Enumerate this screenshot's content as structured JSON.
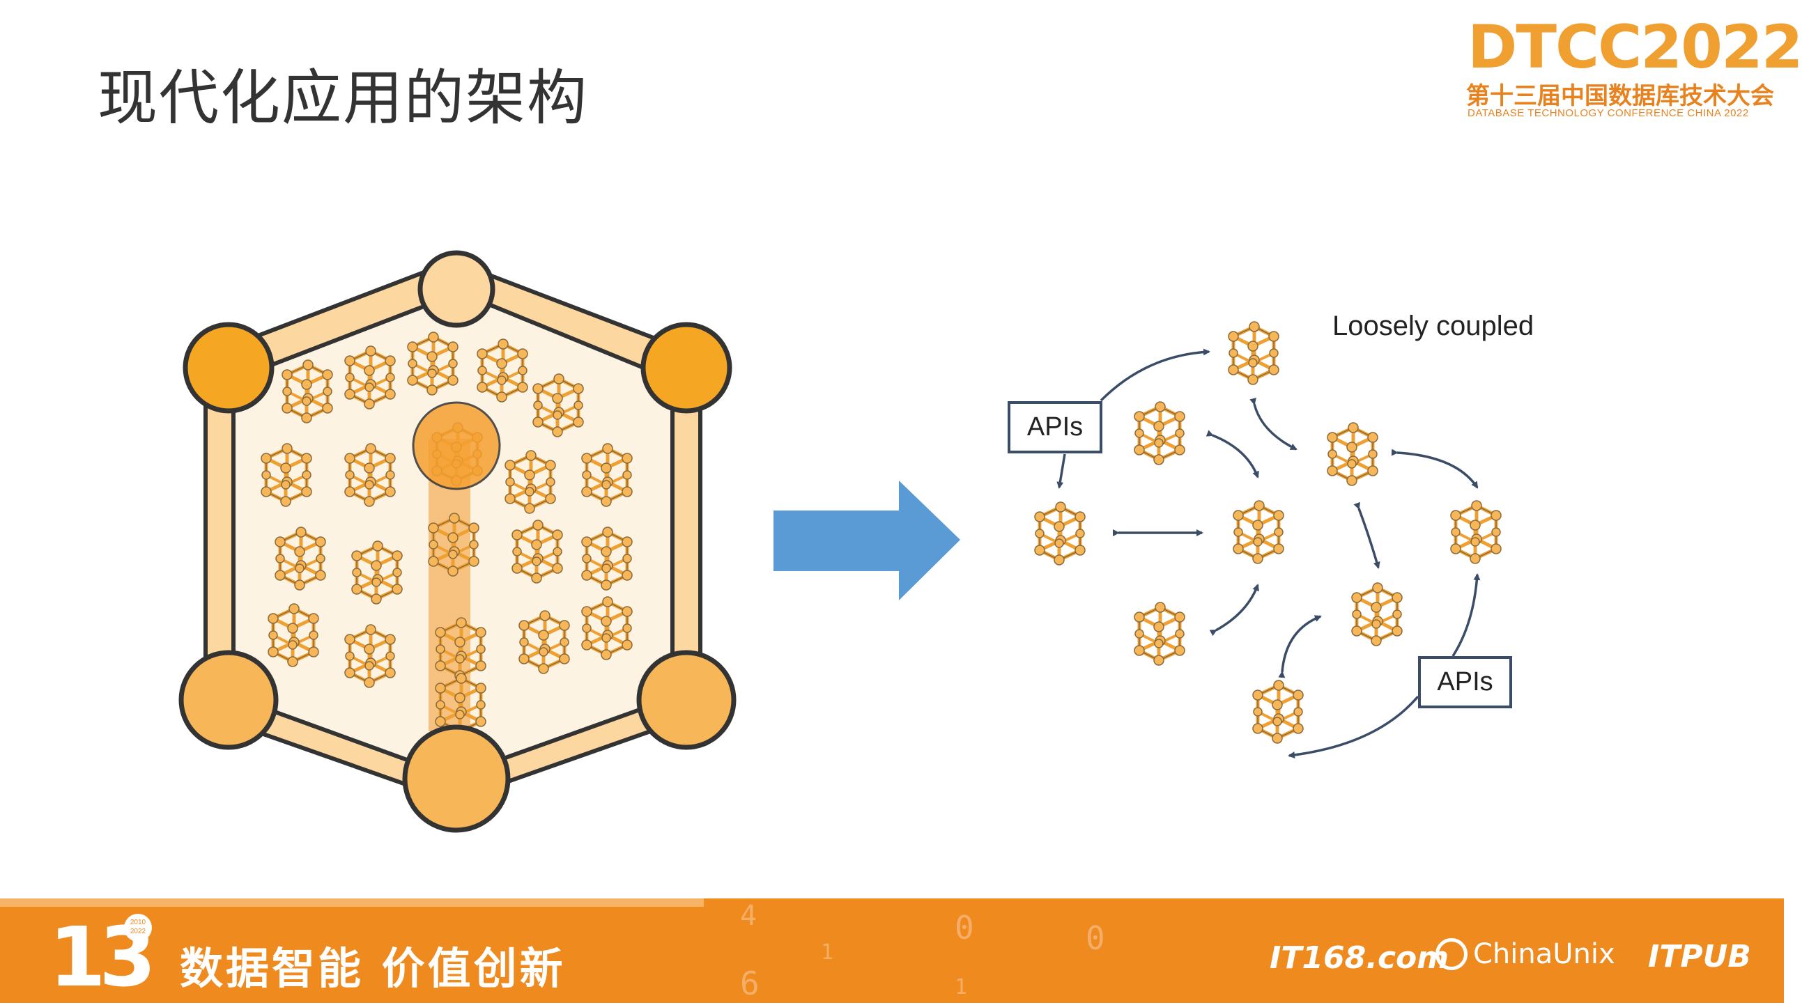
{
  "title": "现代化应用的架构",
  "logo": {
    "main": "DTCC2022",
    "sub": "第十三届中国数据库技术大会",
    "en": "DATABASE TECHNOLOGY CONFERENCE CHINA 2022"
  },
  "diagram": {
    "right_label": "Loosely coupled",
    "api_label_1": "APIs",
    "api_label_2": "APIs"
  },
  "footer": {
    "badge": "13",
    "badge_years": "2010 2022",
    "slogan": "数据智能  价值创新",
    "sponsors": [
      "IT168.com",
      "ChinaUnix",
      "ITPUB"
    ],
    "digits": [
      "4",
      "0",
      "0",
      "1",
      "6",
      "1"
    ]
  },
  "colors": {
    "orange": "#f7b658",
    "orange_dark": "#f5a623",
    "light_orange": "#fcd7a0",
    "outline": "#333333",
    "arrow_blue": "#5b9bd5",
    "box_border": "#3b4d66",
    "footer": "#ef8a1e"
  }
}
